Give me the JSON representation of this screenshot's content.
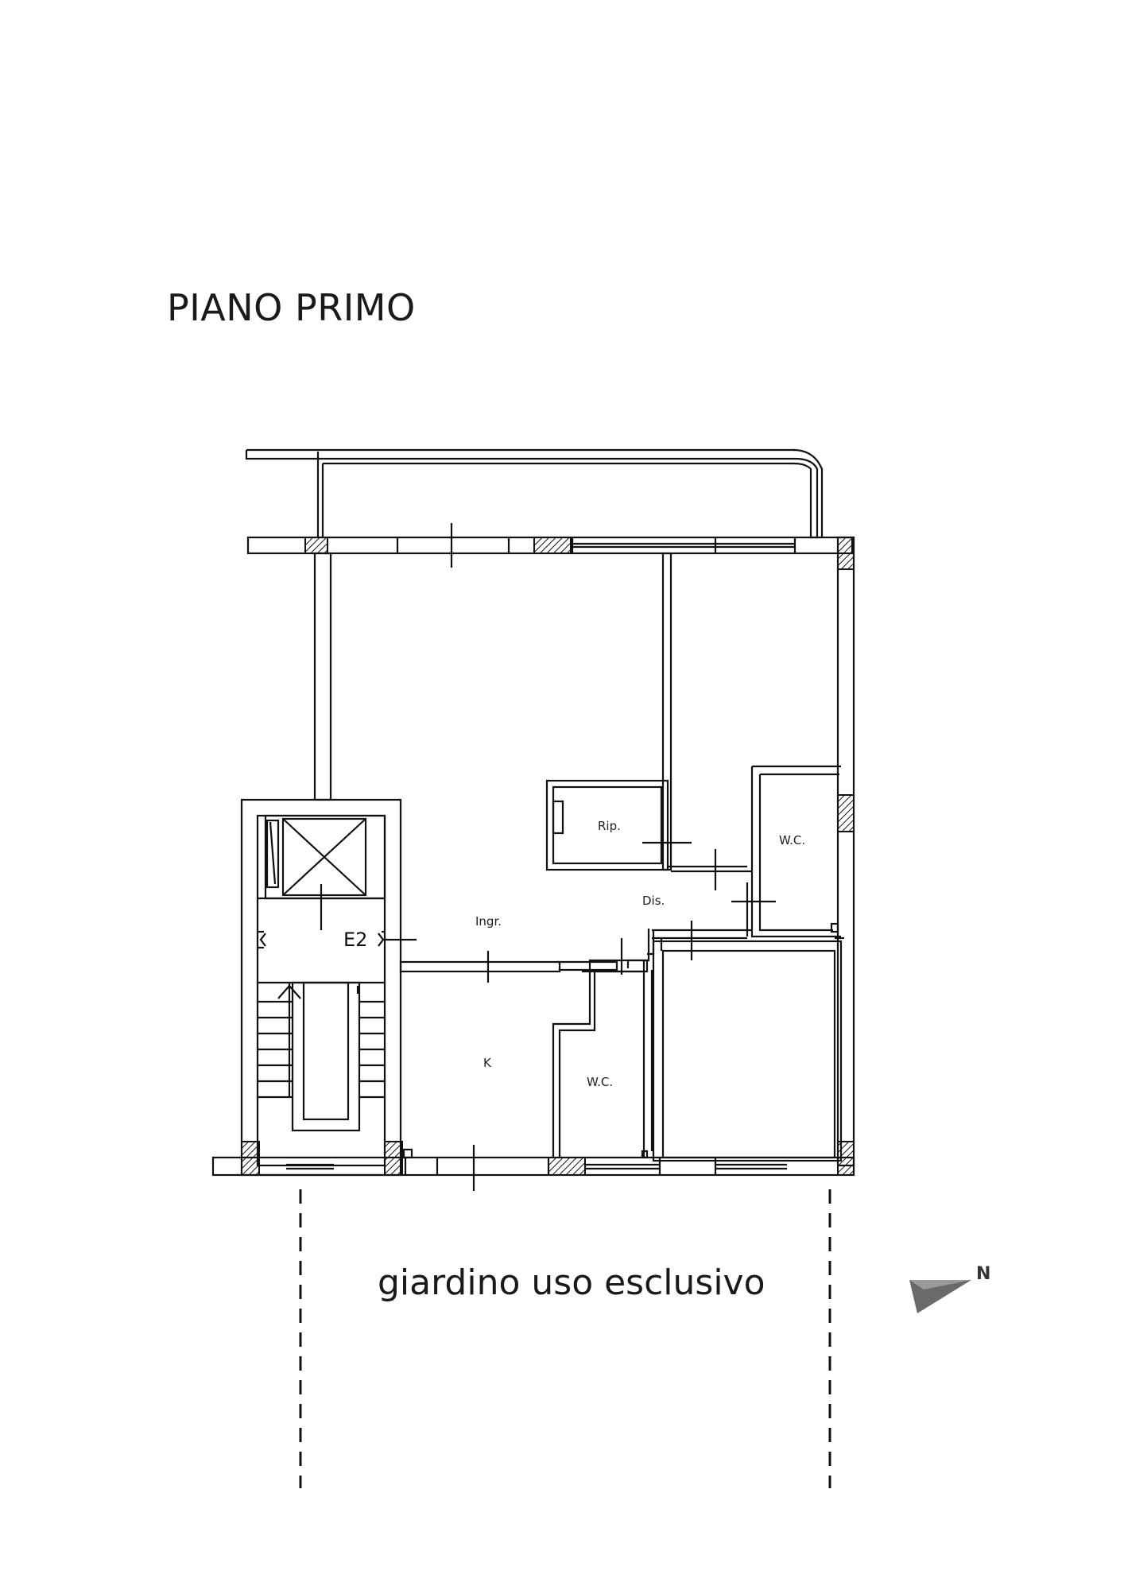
{
  "title": "PIANO PRIMO",
  "garden": {
    "label": "giardino uso esclusivo"
  },
  "stair": {
    "label": "E2"
  },
  "rooms": {
    "ripostiglio": "Rip.",
    "ingresso": "Ingr.",
    "disimpegno": "Dis.",
    "wc_right": "W.C.",
    "kitchen": "K",
    "wc_center": "W.C."
  },
  "compass": {
    "north": "N"
  }
}
